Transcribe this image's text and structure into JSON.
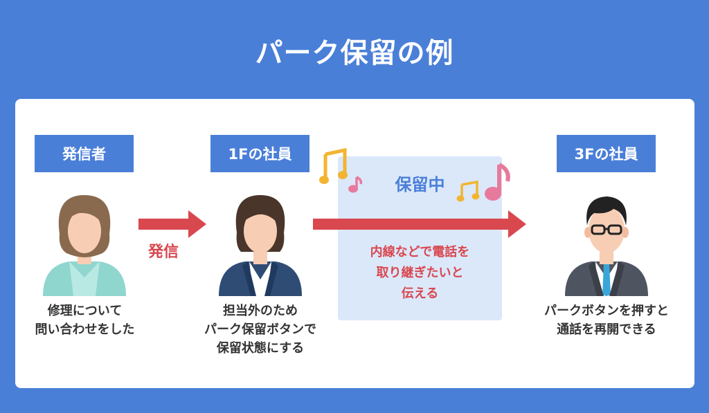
{
  "title": "パーク保留の例",
  "labels": {
    "caller": "発信者",
    "staff_1f": "1Fの社員",
    "staff_3f": "3Fの社員"
  },
  "hold": {
    "title": "保留中",
    "desc_lines": [
      "内線などで電話を",
      "取り継ぎたいと",
      "伝える"
    ]
  },
  "arrow_label": "発信",
  "captions": {
    "caller": [
      "修理について",
      "問い合わせをした"
    ],
    "staff_1f": [
      "担当外のため",
      "パーク保留ボタンで",
      "保留状態にする"
    ],
    "staff_3f": [
      "パークボタンを押すと",
      "通話を再開できる"
    ]
  },
  "colors": {
    "background": "#4a7fd8",
    "panel": "#ffffff",
    "label_box": "#4a7fd8",
    "hold_area": "#dbe8fa",
    "arrow": "#d9474f",
    "note_yellow": "#f2b431",
    "note_pink": "#e77a9c"
  },
  "icons": [
    "music-note-icon",
    "person-icon"
  ]
}
